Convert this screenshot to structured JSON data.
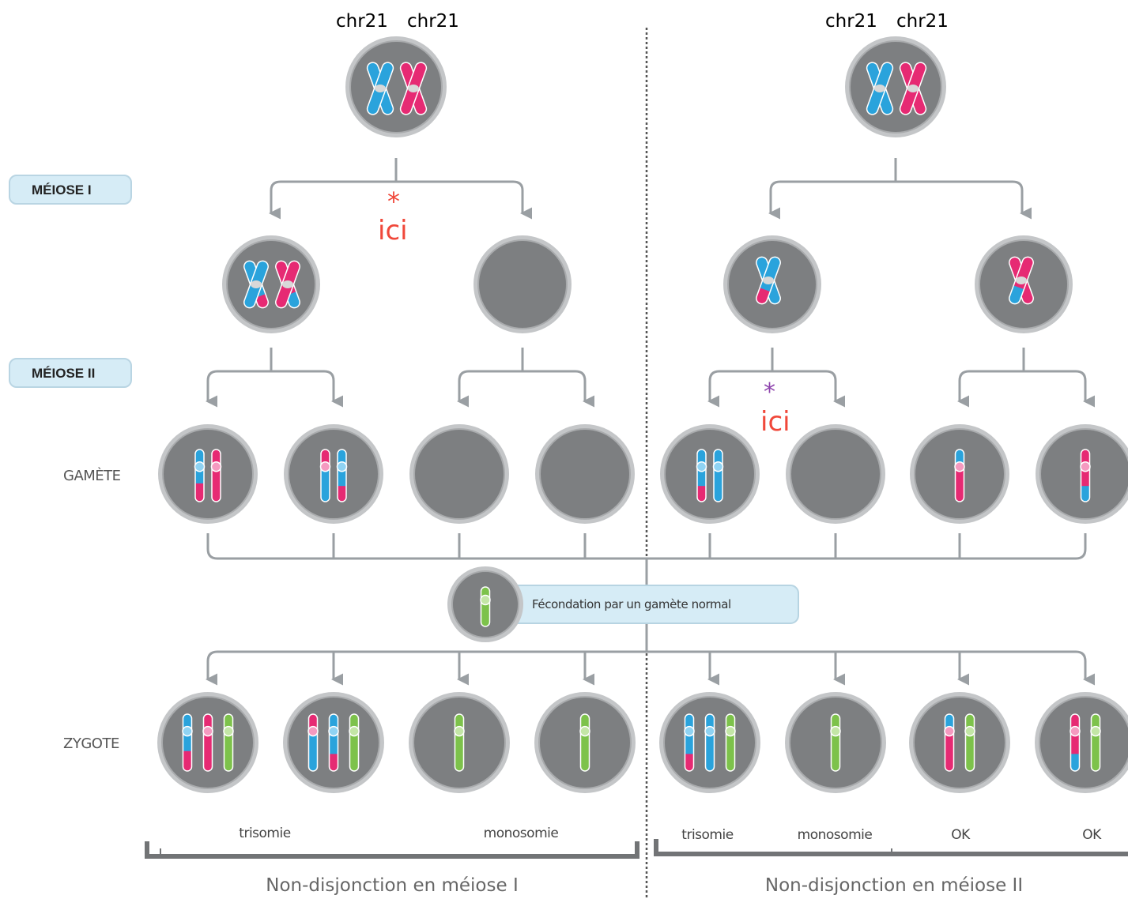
{
  "headers": {
    "left": [
      "chr21",
      "chr21"
    ],
    "right": [
      "chr21",
      "chr21"
    ]
  },
  "stages": {
    "meiosis1": "MÉIOSE I",
    "meiosis2": "MÉIOSE II"
  },
  "rows": {
    "gamete": "GAMÈTE",
    "zygote": "ZYGOTE"
  },
  "markers": {
    "meiosis1_left": {
      "symbol": "*",
      "label": "ici",
      "color": "#f0483a"
    },
    "meiosis2_right": {
      "symbol": "*",
      "label": "ici",
      "color": "#8e44ad"
    }
  },
  "fertilization": "Fécondation par un gamète normal",
  "outcomes": {
    "left": [
      "trisomie",
      "monosomie"
    ],
    "right": [
      "trisomie",
      "monosomie",
      "OK",
      "OK"
    ]
  },
  "groups": {
    "left": "Non-disjonction en méiose I",
    "right": "Non-disjonction en méiose II"
  },
  "colors": {
    "blue": "#2aa3dc",
    "pink": "#e62a73",
    "green": "#7dc24b",
    "cell": "#7d7f81",
    "cell_ring": "#c4c6c8",
    "pill": "#d6ecf6"
  }
}
